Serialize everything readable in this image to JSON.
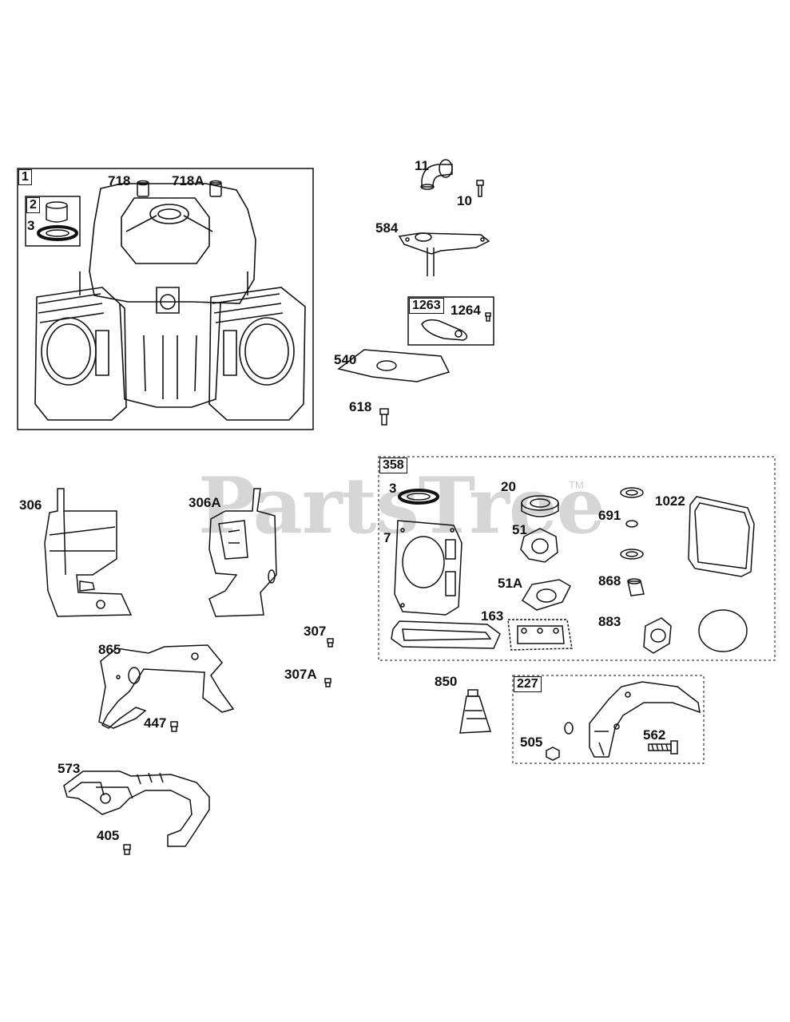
{
  "watermark": {
    "text": "PartsTree",
    "tm": "TM"
  },
  "groups": {
    "g1": "1",
    "g2": "2",
    "g1263": "1263",
    "g358": "358",
    "g227": "227"
  },
  "labels": {
    "p718": "718",
    "p718A": "718A",
    "p3a": "3",
    "p11": "11",
    "p10": "10",
    "p584": "584",
    "p1264": "1264",
    "p540": "540",
    "p618": "618",
    "p306": "306",
    "p306A": "306A",
    "p307": "307",
    "p307A": "307A",
    "p865": "865",
    "p447": "447",
    "p573": "573",
    "p405": "405",
    "p3b": "3",
    "p20": "20",
    "p691": "691",
    "p1022": "1022",
    "p7": "7",
    "p51": "51",
    "p51A": "51A",
    "p868": "868",
    "p163": "163",
    "p883": "883",
    "p850": "850",
    "p505": "505",
    "p562": "562"
  }
}
